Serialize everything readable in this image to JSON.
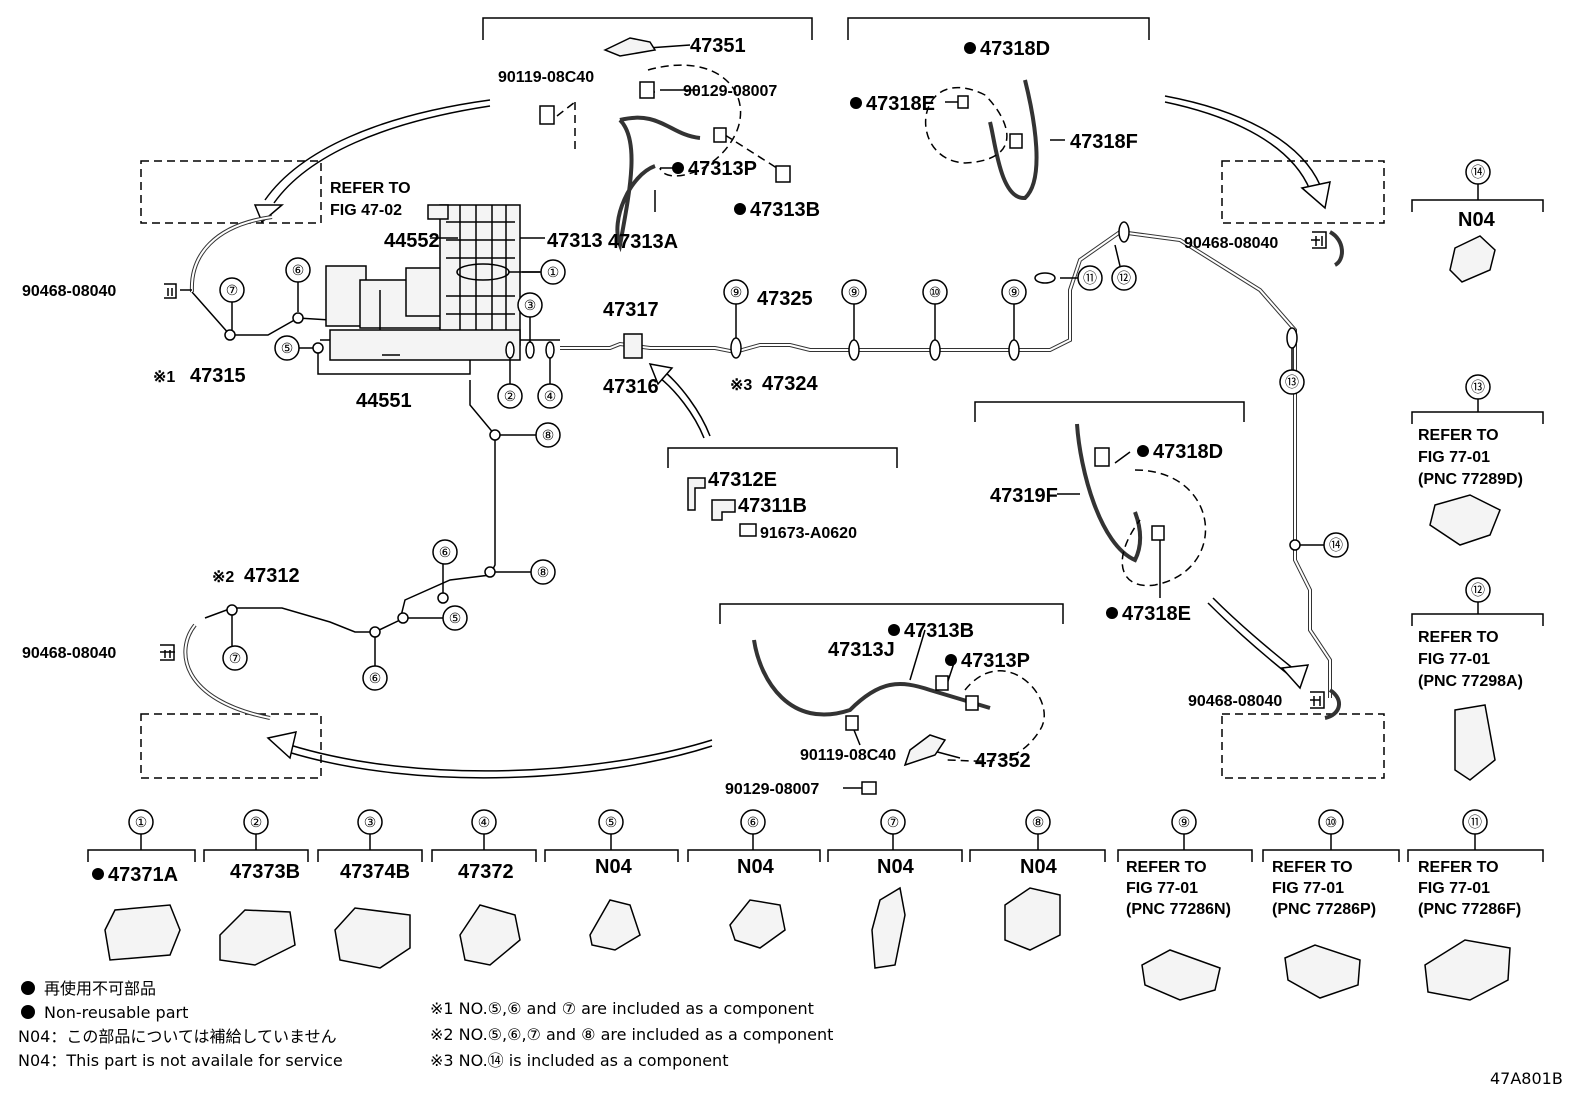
{
  "diagram_code": "47A801B",
  "refer_fig_47_02": [
    "REFER TO",
    "FIG 47-02"
  ],
  "parts": {
    "p47351": "47351",
    "p90119_top": "90119-08C40",
    "p90129_top": "90129-08007",
    "p47313P_top": "47313P",
    "p47313B_top": "47313B",
    "p47313A": "47313A",
    "p47313": "47313",
    "p44552": "44552",
    "p44551": "44551",
    "p47318D_top": "47318D",
    "p47318E_top": "47318E",
    "p47318F": "47318F",
    "p90468_left1": "90468-08040",
    "p90468_left2": "90468-08040",
    "p90468_right1": "90468-08040",
    "p90468_right2": "90468-08040",
    "p47315": "47315",
    "p47317": "47317",
    "p47316": "47316",
    "p47325": "47325",
    "p47324": "47324",
    "p47312E": "47312E",
    "p47311B": "47311B",
    "p91673": "91673-A0620",
    "p47312": "47312",
    "p47319F": "47319F",
    "p47318D_mid": "47318D",
    "p47318E_mid": "47318E",
    "p47313J": "47313J",
    "p47313B_low": "47313B",
    "p47313P_low": "47313P",
    "p90119_low": "90119-08C40",
    "p90129_low": "90129-08007",
    "p47352": "47352"
  },
  "notes": {
    "n1_mark": "※1",
    "n2_mark": "※2",
    "n3_mark": "※3"
  },
  "legend_bottom": [
    {
      "num": "①",
      "text": "47371A",
      "nonreusable": true
    },
    {
      "num": "②",
      "text": "47373B"
    },
    {
      "num": "③",
      "text": "47374B"
    },
    {
      "num": "④",
      "text": "47372"
    },
    {
      "num": "⑤",
      "text": "N04"
    },
    {
      "num": "⑥",
      "text": "N04"
    },
    {
      "num": "⑦",
      "text": "N04"
    },
    {
      "num": "⑧",
      "text": "N04"
    },
    {
      "num": "⑨",
      "lines": [
        "REFER TO",
        "FIG 77-01",
        "(PNC 77286N)"
      ]
    },
    {
      "num": "⑩",
      "lines": [
        "REFER TO",
        "FIG 77-01",
        "(PNC 77286P)"
      ]
    },
    {
      "num": "⑪",
      "lines": [
        "REFER TO",
        "FIG 77-01",
        "(PNC 77286F)"
      ]
    }
  ],
  "legend_right": [
    {
      "num": "⑭",
      "text": "N04"
    },
    {
      "num": "⑬",
      "lines": [
        "REFER TO",
        "FIG 77-01",
        "(PNC 77289D)"
      ]
    },
    {
      "num": "⑫",
      "lines": [
        "REFER TO",
        "FIG 77-01",
        "(PNC 77298A)"
      ]
    }
  ],
  "footer": {
    "l1": "再使用不可部品",
    "l2": "Non-reusable part",
    "l3": "N04：この部品については補給していません",
    "l4": "N04：This part is not availale for service",
    "f1": "※1 NO.⑤,⑥ and ⑦ are included as a component",
    "f2": "※2 NO.⑤,⑥,⑦ and ⑧ are included as a component",
    "f3": "※3 NO.⑭ is included as a component"
  },
  "callouts": [
    "①",
    "②",
    "③",
    "④",
    "⑤",
    "⑥",
    "⑦",
    "⑧",
    "⑨",
    "⑩",
    "⑪",
    "⑫",
    "⑬",
    "⑭"
  ]
}
